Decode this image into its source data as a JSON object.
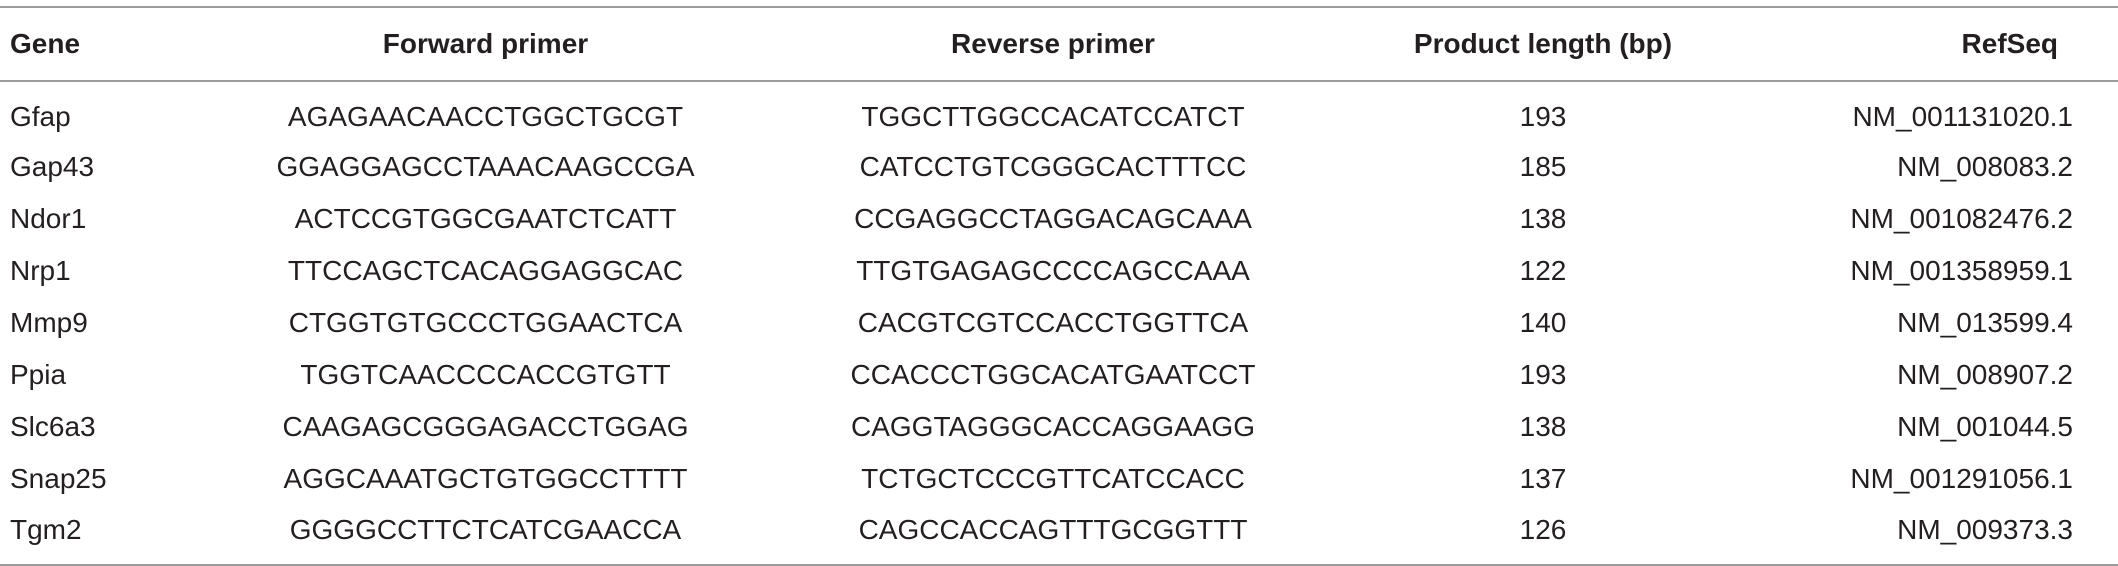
{
  "table": {
    "headers": {
      "gene": "Gene",
      "forward": "Forward primer",
      "reverse": "Reverse primer",
      "length": "Product length (bp)",
      "refseq": "RefSeq"
    },
    "rows": [
      {
        "gene": "Gfap",
        "forward": "AGAGAACAACCTGGCTGCGT",
        "reverse": "TGGCTTGGCCACATCCATCT",
        "length": "193",
        "refseq": "NM_001131020.1"
      },
      {
        "gene": "Gap43",
        "forward": "GGAGGAGCCTAAACAAGCCGA",
        "reverse": "CATCCTGTCGGGCACTTTCC",
        "length": "185",
        "refseq": "NM_008083.2"
      },
      {
        "gene": "Ndor1",
        "forward": "ACTCCGTGGCGAATCTCATT",
        "reverse": "CCGAGGCCTAGGACAGCAAA",
        "length": "138",
        "refseq": "NM_001082476.2"
      },
      {
        "gene": "Nrp1",
        "forward": "TTCCAGCTCACAGGAGGCAC",
        "reverse": "TTGTGAGAGCCCCAGCCAAA",
        "length": "122",
        "refseq": "NM_001358959.1"
      },
      {
        "gene": "Mmp9",
        "forward": "CTGGTGTGCCCTGGAACTCA",
        "reverse": "CACGTCGTCCACCTGGTTCA",
        "length": "140",
        "refseq": "NM_013599.4"
      },
      {
        "gene": "Ppia",
        "forward": "TGGTCAACCCCACCGTGTT",
        "reverse": "CCACCCTGGCACATGAATCCT",
        "length": "193",
        "refseq": "NM_008907.2"
      },
      {
        "gene": "Slc6a3",
        "forward": "CAAGAGCGGGAGACCTGGAG",
        "reverse": "CAGGTAGGGCACCAGGAAGG",
        "length": "138",
        "refseq": "NM_001044.5"
      },
      {
        "gene": "Snap25",
        "forward": "AGGCAAATGCTGTGGCCTTTT",
        "reverse": "TCTGCTCCCGTTCATCCACC",
        "length": "137",
        "refseq": "NM_001291056.1"
      },
      {
        "gene": "Tgm2",
        "forward": "GGGGCCTTCTCATCGAACCA",
        "reverse": "CAGCCACCAGTTTGCGGTTT",
        "length": "126",
        "refseq": "NM_009373.3"
      }
    ]
  }
}
